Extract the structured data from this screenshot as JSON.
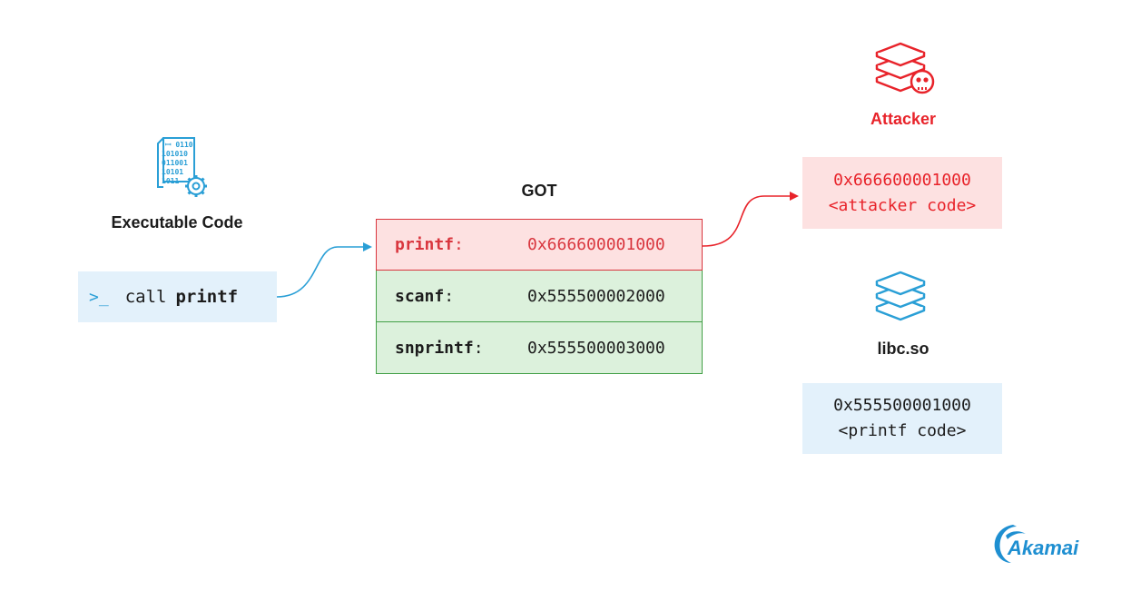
{
  "executable": {
    "label": "Executable Code",
    "icon": "binary-file-gear-icon",
    "binary_lines": [
      "0110",
      "101010",
      "011001",
      "10101",
      "1011"
    ],
    "call": {
      "prompt": ">_",
      "keyword": "call",
      "function": "printf"
    }
  },
  "got": {
    "title": "GOT",
    "rows": [
      {
        "function": "printf",
        "suffix": ":",
        "address": "0x666600001000",
        "status": "hijacked"
      },
      {
        "function": "scanf",
        "suffix": ":",
        "address": "0x555500002000",
        "status": "normal"
      },
      {
        "function": "snprintf",
        "suffix": ":",
        "address": "0x555500003000",
        "status": "normal"
      }
    ]
  },
  "attacker": {
    "label": "Attacker",
    "icon": "stack-with-skull-icon",
    "address": "0x666600001000",
    "code": "<attacker code>"
  },
  "libc": {
    "label": "libc.so",
    "icon": "stack-icon",
    "address": "0x555500001000",
    "code": "<printf code>"
  },
  "logo": {
    "text": "Akamai"
  },
  "colors": {
    "attacker_red": "#e8232a",
    "hijacked_border": "#d9363e",
    "hijacked_fill": "#fde1e1",
    "normal_border": "#43a047",
    "normal_fill": "#dcf1dc",
    "blue_accent": "#2a9fd6",
    "blue_fill": "#e3f1fb"
  }
}
